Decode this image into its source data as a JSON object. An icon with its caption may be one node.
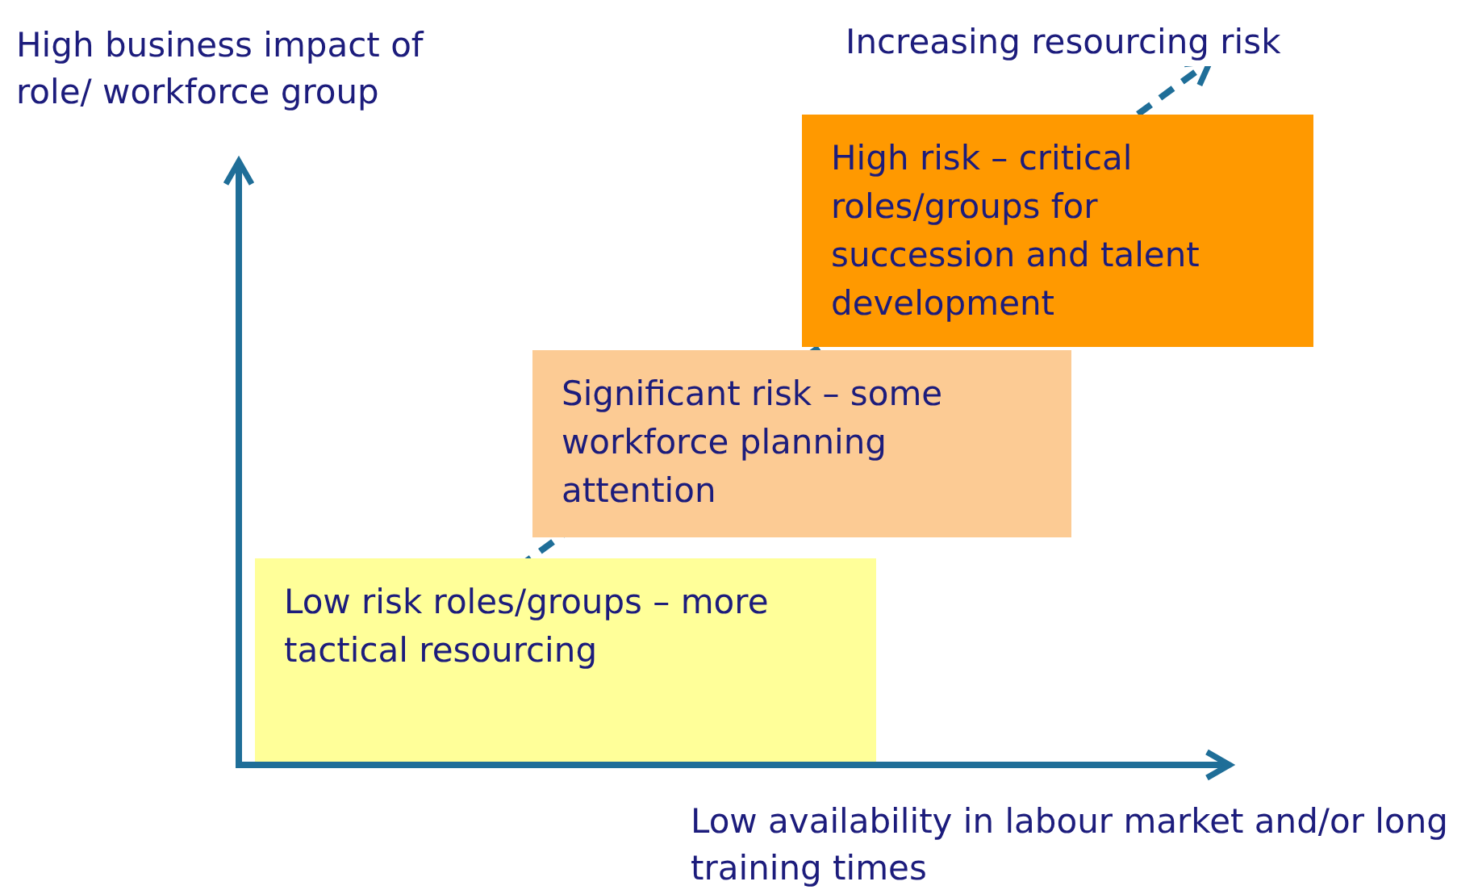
{
  "diagram": {
    "nodes": [
      {
        "text": [
          "Low risk roles/groups – more tactical resourcing"
        ]
      },
      {
        "text": [
          "Significant risk – some workforce planning attention"
        ]
      },
      {
        "text": [
          "High risk – critical roles/groups for succession and talent development"
        ]
      }
    ],
    "labels": [
      "High business impact of role/ workforce group",
      "Increasing resourcing risk",
      "Low availability in labour market and/or long training times"
    ]
  }
}
